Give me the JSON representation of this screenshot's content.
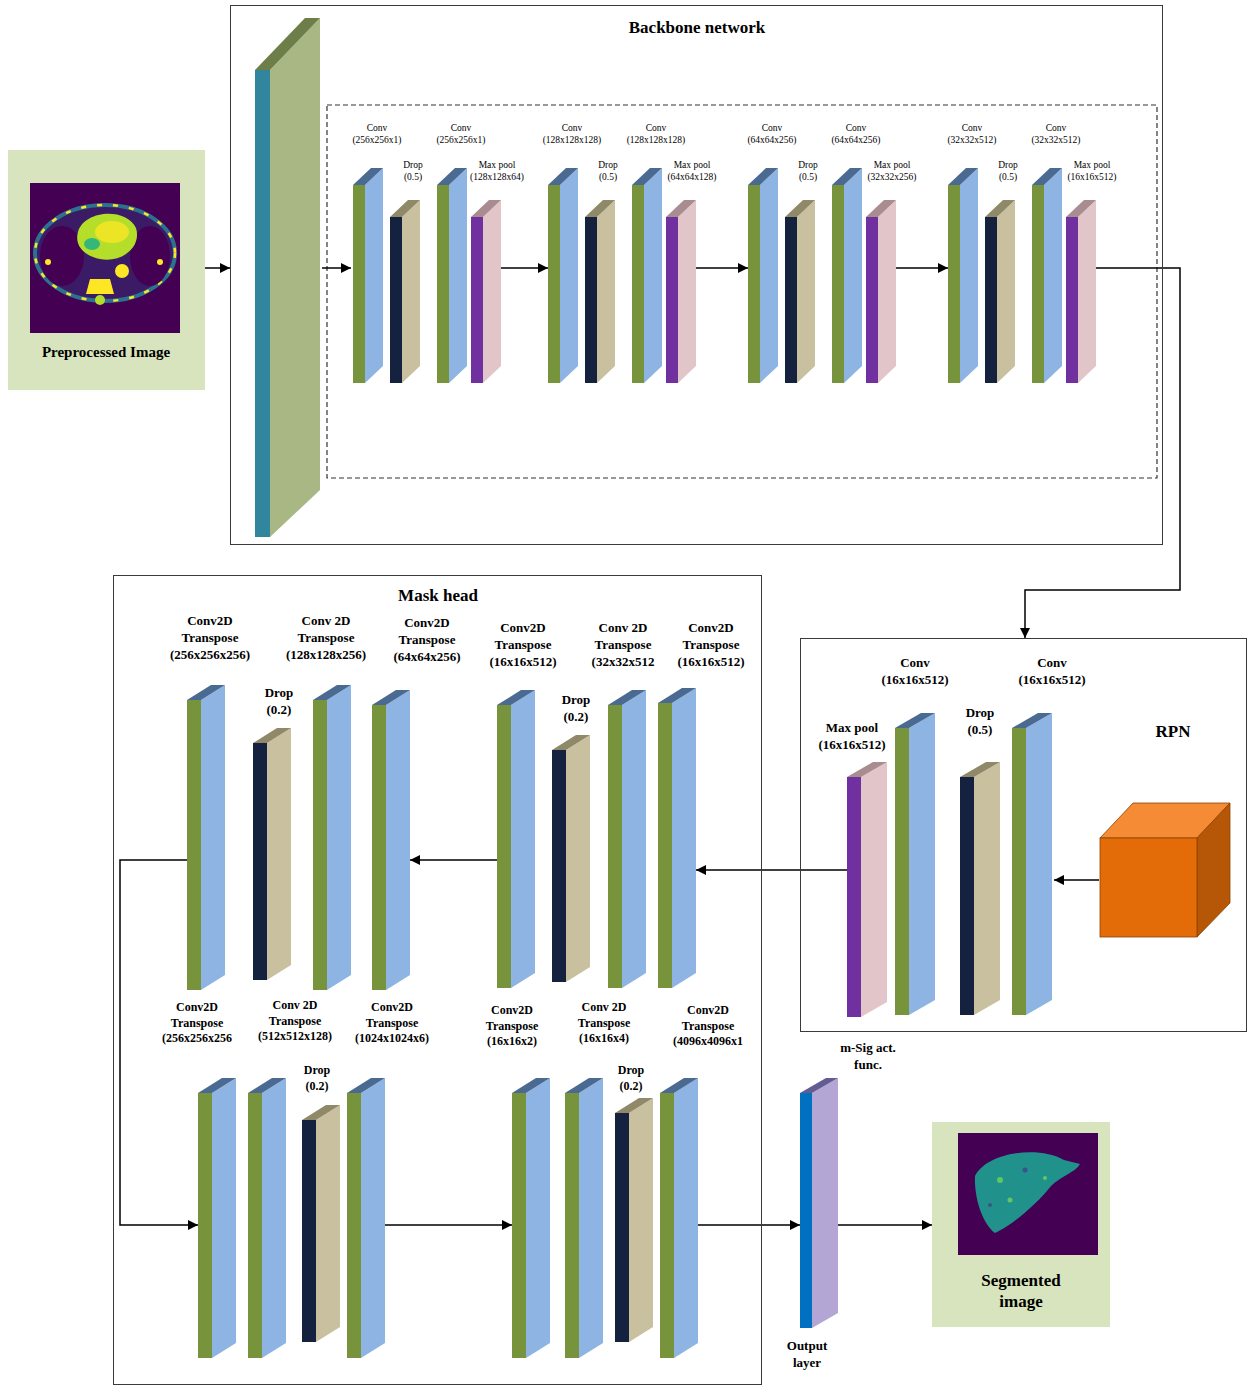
{
  "diagram": {
    "nodes": [
      {
        "text": [
          "Preprocessed Image"
        ]
      },
      {
        "text": [
          "Backbone network"
        ]
      },
      {
        "text": [
          "Conv (256x256x1)"
        ],
        "in": 1
      },
      {
        "text": [
          "Drop (0.5)"
        ],
        "in": 1
      },
      {
        "text": [
          "Conv (256x256x1)"
        ],
        "in": 1
      },
      {
        "text": [
          "Max pool (128x128x64)"
        ],
        "in": 1
      },
      {
        "text": [
          "Conv (128x128x128)"
        ],
        "in": 1
      },
      {
        "text": [
          "Drop (0.5)"
        ],
        "in": 1
      },
      {
        "text": [
          "Conv (128x128x128)"
        ],
        "in": 1
      },
      {
        "text": [
          "Max pool (64x64x128)"
        ],
        "in": 1
      },
      {
        "text": [
          "Conv (64x64x256)"
        ],
        "in": 1
      },
      {
        "text": [
          "Drop (0.5)"
        ],
        "in": 1
      },
      {
        "text": [
          "Conv (64x64x256)"
        ],
        "in": 1
      },
      {
        "text": [
          "Max pool (32x32x256)"
        ],
        "in": 1
      },
      {
        "text": [
          "Conv (32x32x512)"
        ],
        "in": 1
      },
      {
        "text": [
          "Drop (0.5)"
        ],
        "in": 1
      },
      {
        "text": [
          "Conv (32x32x512)"
        ],
        "in": 1
      },
      {
        "text": [
          "Max pool (16x16x512)"
        ],
        "in": 1
      },
      {
        "text": [
          "Mask head"
        ]
      },
      {
        "text": [
          "Conv2D Transpose (256x256x256)"
        ],
        "in": 18
      },
      {
        "text": [
          "Drop (0.2)"
        ],
        "in": 18
      },
      {
        "text": [
          "Conv 2D Transpose (128x128x256)"
        ],
        "in": 18
      },
      {
        "text": [
          "Conv2D Transpose (64x64x256)"
        ],
        "in": 18
      },
      {
        "text": [
          "Conv2D Transpose (16x16x512)"
        ],
        "in": 18
      },
      {
        "text": [
          "Drop (0.2)"
        ],
        "in": 18
      },
      {
        "text": [
          "Conv 2D Transpose (32x32x512"
        ],
        "in": 18
      },
      {
        "text": [
          "Conv2D Transpose (16x16x512)"
        ],
        "in": 18
      },
      {
        "text": [
          "Conv2D Transpose (256x256x256"
        ],
        "in": 18
      },
      {
        "text": [
          "Conv 2D Transpose (512x512x128)"
        ],
        "in": 18
      },
      {
        "text": [
          "Drop (0.2)"
        ],
        "in": 18
      },
      {
        "text": [
          "Conv2D Transpose (1024x1024x6)"
        ],
        "in": 18
      },
      {
        "text": [
          "Conv2D Transpose (16x16x2)"
        ],
        "in": 18
      },
      {
        "text": [
          "Conv 2D Transpose (16x16x4)"
        ],
        "in": 18
      },
      {
        "text": [
          "Drop (0.2)"
        ],
        "in": 18
      },
      {
        "text": [
          "Conv2D Transpose (4096x4096x1"
        ],
        "in": 18
      },
      {
        "text": [
          "RPN"
        ]
      },
      {
        "text": [
          "Max pool (16x16x512)"
        ],
        "in": 35
      },
      {
        "text": [
          "Conv (16x16x512)"
        ],
        "in": 35
      },
      {
        "text": [
          "Drop (0.5)"
        ],
        "in": 35
      },
      {
        "text": [
          "Conv (16x16x512)"
        ],
        "in": 35
      },
      {
        "text": [
          "m-Sig act. func.",
          "Output layer"
        ]
      },
      {
        "text": [
          "Segmented image"
        ]
      }
    ],
    "edges": [
      {
        "from": 0,
        "to": 1,
        "arrow": "to"
      },
      {
        "from": 5,
        "to": 6,
        "arrow": "to"
      },
      {
        "from": 9,
        "to": 10,
        "arrow": "to"
      },
      {
        "from": 13,
        "to": 14,
        "arrow": "to"
      },
      {
        "from": 17,
        "to": 35,
        "arrow": "to"
      },
      {
        "from": 36,
        "to": 26,
        "arrow": "to"
      },
      {
        "from": 23,
        "to": 22,
        "arrow": "to"
      },
      {
        "from": 19,
        "to": 27,
        "arrow": "to"
      },
      {
        "from": 30,
        "to": 31,
        "arrow": "to"
      },
      {
        "from": 34,
        "to": 40,
        "arrow": "to"
      },
      {
        "from": 40,
        "to": 41,
        "arrow": "to"
      }
    ]
  }
}
